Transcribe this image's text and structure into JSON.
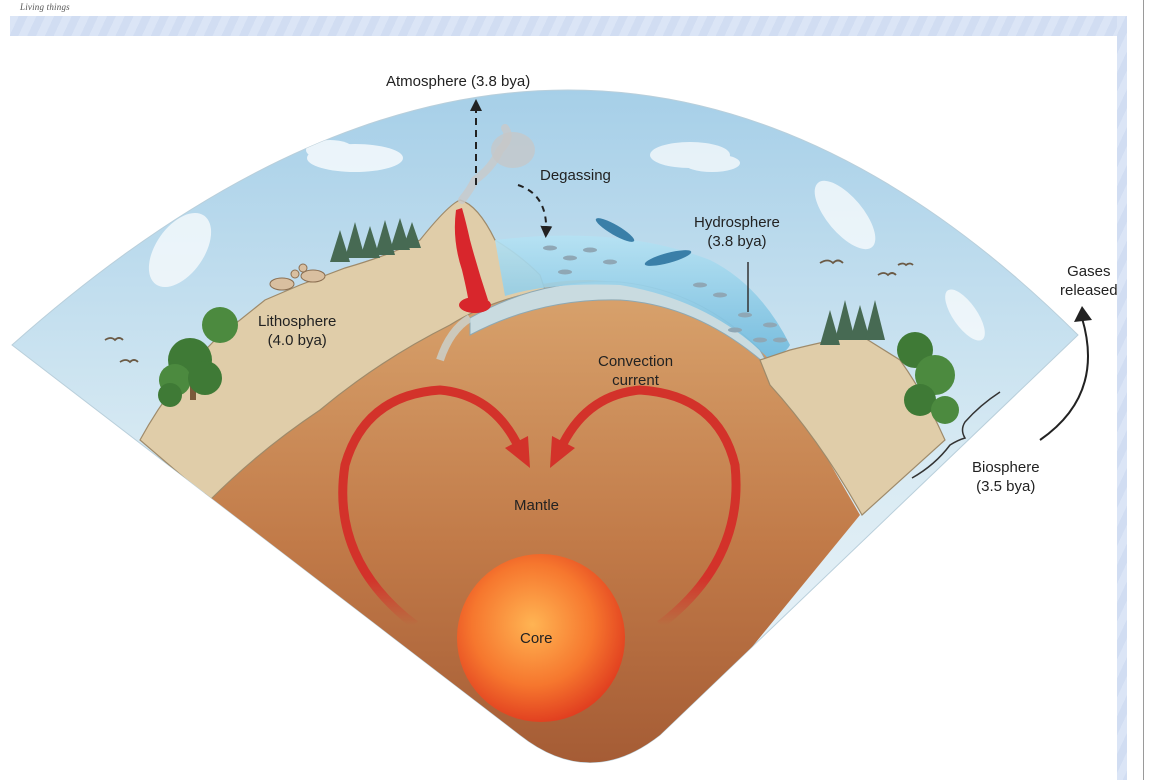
{
  "caption": "Living things",
  "labels": {
    "atmosphere": "Atmosphere (3.8 bya)",
    "degassing": "Degassing",
    "hydrosphere_1": "Hydrosphere",
    "hydrosphere_2": "(3.8 bya)",
    "lithosphere_1": "Lithosphere",
    "lithosphere_2": "(4.0 bya)",
    "convection_1": "Convection",
    "convection_2": "current",
    "mantle": "Mantle",
    "core": "Core",
    "gases_1": "Gases",
    "gases_2": "released",
    "biosphere_1": "Biosphere",
    "biosphere_2": "(3.5 bya)"
  },
  "colors": {
    "sky_top": "#a6cfe8",
    "sky_bottom": "#eef5f9",
    "land": "#e0cda9",
    "crust": "#c9dbe0",
    "ocean": "#8fcbe6",
    "mantle_top": "#d9a46e",
    "mantle_bottom": "#a55c35",
    "lava": "#d8262c",
    "convection_arrow": "#d3322a",
    "core_center": "#ffa84a",
    "core_edge": "#e83b1e",
    "trees": "#3f7a36",
    "conifers": "#476a53"
  },
  "icons": [
    "volcano-icon",
    "cloud-icon",
    "tree-icon",
    "conifer-icon",
    "deer-icon",
    "dolphin-icon",
    "fish-icon",
    "bird-icon"
  ]
}
